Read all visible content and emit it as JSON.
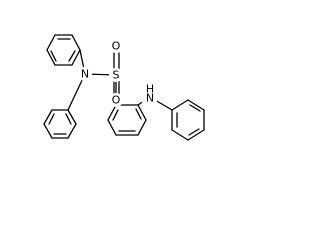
{
  "molecule": {
    "atoms": {
      "n_amide": "N",
      "s": "S",
      "o_top": "O",
      "o_bottom": "O",
      "n_amine": "N",
      "h_amine": "H"
    }
  },
  "colors": {
    "bond": "#000000",
    "text": "#000000",
    "background": "#ffffff"
  }
}
